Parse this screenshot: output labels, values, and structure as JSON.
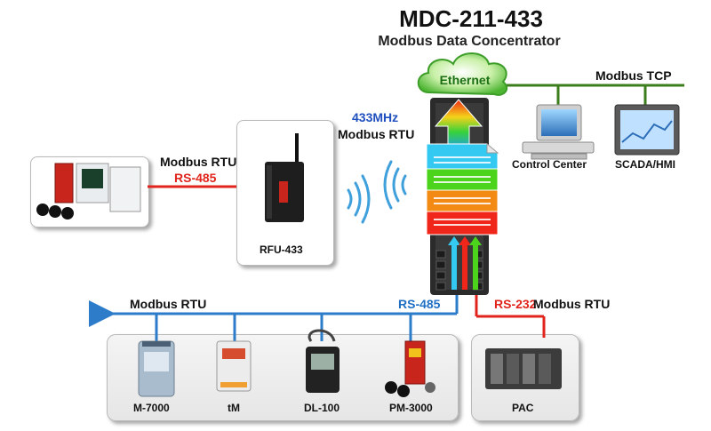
{
  "title": "MDC-211-433",
  "subtitle": "Modbus Data Concentrator",
  "cloud_label": "Ethernet",
  "labels": {
    "modbus_tcp": "Modbus TCP",
    "control_center": "Control Center",
    "scada_hmi": "SCADA/HMI",
    "freq": "433MHz",
    "modbus_rtu_wireless": "Modbus RTU",
    "modbus_rtu_left": "Modbus RTU",
    "rs485_left": "RS-485",
    "rfu433": "RFU-433",
    "modbus_rtu_bottom": "Modbus RTU",
    "rs485_bottom": "RS-485",
    "rs232": "RS-232",
    "modbus_rtu_pac": "Modbus RTU",
    "m7000": "M-7000",
    "tm": "tM",
    "dl100": "DL-100",
    "pm3000": "PM-3000",
    "pac": "PAC"
  },
  "colors": {
    "green_line": "#3c7d1e",
    "rs485_red": "#e0241b",
    "rs485_blue": "#2d7cc9",
    "rs232_red": "#e0241b",
    "layer_cyan": "#33c9f0",
    "layer_green": "#4cd41c",
    "layer_orange": "#f38a14",
    "layer_red": "#f0261b"
  }
}
